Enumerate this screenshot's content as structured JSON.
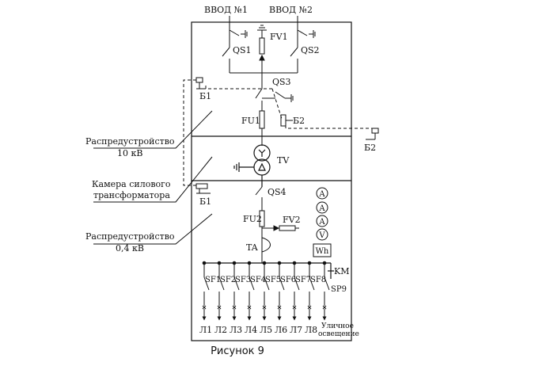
{
  "inputs": {
    "input1": "ВВОД №1",
    "input2": "ВВОД №2"
  },
  "hv": {
    "fv1": "FV1",
    "qs1": "QS1",
    "qs2": "QS2",
    "qs3": "QS3",
    "fu1": "FU1"
  },
  "locks": {
    "b1_top": "Б1",
    "b2_mid": "Б2",
    "b2_right": "Б2",
    "b1_bottom": "Б1"
  },
  "transformer": {
    "label": "TV"
  },
  "lv": {
    "qs4": "QS4",
    "fu2": "FU2",
    "fv2": "FV2",
    "ta": "TA",
    "km": "KM",
    "sp9": "SP9"
  },
  "meters": {
    "ammeter1": "A",
    "ammeter2": "A",
    "ammeter3": "A",
    "voltmeter": "V",
    "wattmeter": "Wh"
  },
  "sections": {
    "hv_line1": "Распредустройство",
    "hv_line2": "10 кВ",
    "chamber_line1": "Камера силового",
    "chamber_line2": "трансформатора",
    "lv_line1": "Распредустройство",
    "lv_line2": "0,4 кВ"
  },
  "breakers": [
    "SF1",
    "SF2",
    "SF3",
    "SF4",
    "SF5",
    "SF6",
    "SF7",
    "SF8"
  ],
  "feeders": [
    "Л1",
    "Л2",
    "Л3",
    "Л4",
    "Л5",
    "Л6",
    "Л7",
    "Л8"
  ],
  "street_lighting": {
    "line1": "Уличное",
    "line2": "освещение"
  },
  "caption": "Рисунок 9"
}
